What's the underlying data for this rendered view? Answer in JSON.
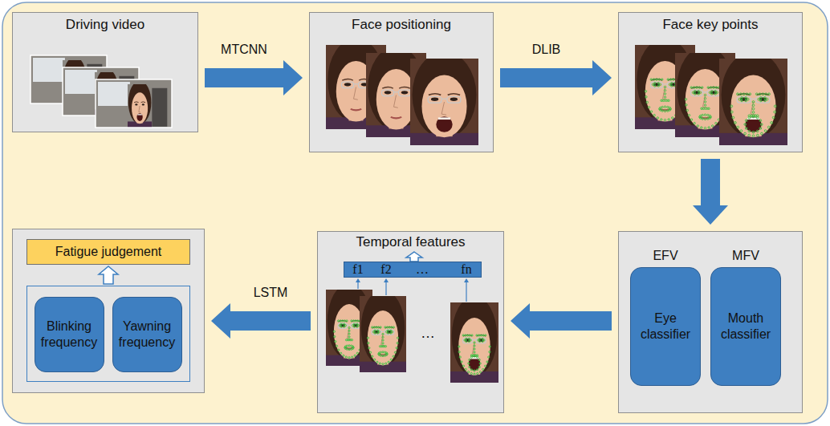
{
  "diagram": {
    "nodes": [
      {
        "text": [
          "Driving video"
        ]
      },
      {
        "text": [
          "Face positioning"
        ]
      },
      {
        "text": [
          "Face key points"
        ]
      },
      {
        "text": []
      },
      {
        "text": [
          "EFV",
          "Eye classifier"
        ],
        "in": 3
      },
      {
        "text": [
          "MFV",
          "Mouth classifier"
        ],
        "in": 3
      },
      {
        "text": [
          "Temporal features"
        ]
      },
      {
        "text": [
          "f1",
          "f2",
          "…",
          "fn"
        ],
        "in": 6
      },
      {
        "text": []
      },
      {
        "text": [
          "Fatigue judgement"
        ],
        "in": 8
      },
      {
        "text": [],
        "in": 8
      },
      {
        "text": [
          "Blinking frequency"
        ],
        "in": 10
      },
      {
        "text": [
          "Yawning frequency"
        ],
        "in": 10
      }
    ],
    "edges": [
      {
        "from": 0,
        "to": 1,
        "arrow": "to",
        "label": "MTCNN"
      },
      {
        "from": 1,
        "to": 2,
        "arrow": "to",
        "label": "DLIB"
      },
      {
        "from": 2,
        "to": 3,
        "arrow": "to"
      },
      {
        "from": 3,
        "to": 6,
        "arrow": "to"
      },
      {
        "from": 6,
        "to": 8,
        "arrow": "to",
        "label": "LSTM"
      },
      {
        "from": 10,
        "to": 9,
        "arrow": "to"
      }
    ],
    "labels": [
      "…"
    ]
  }
}
